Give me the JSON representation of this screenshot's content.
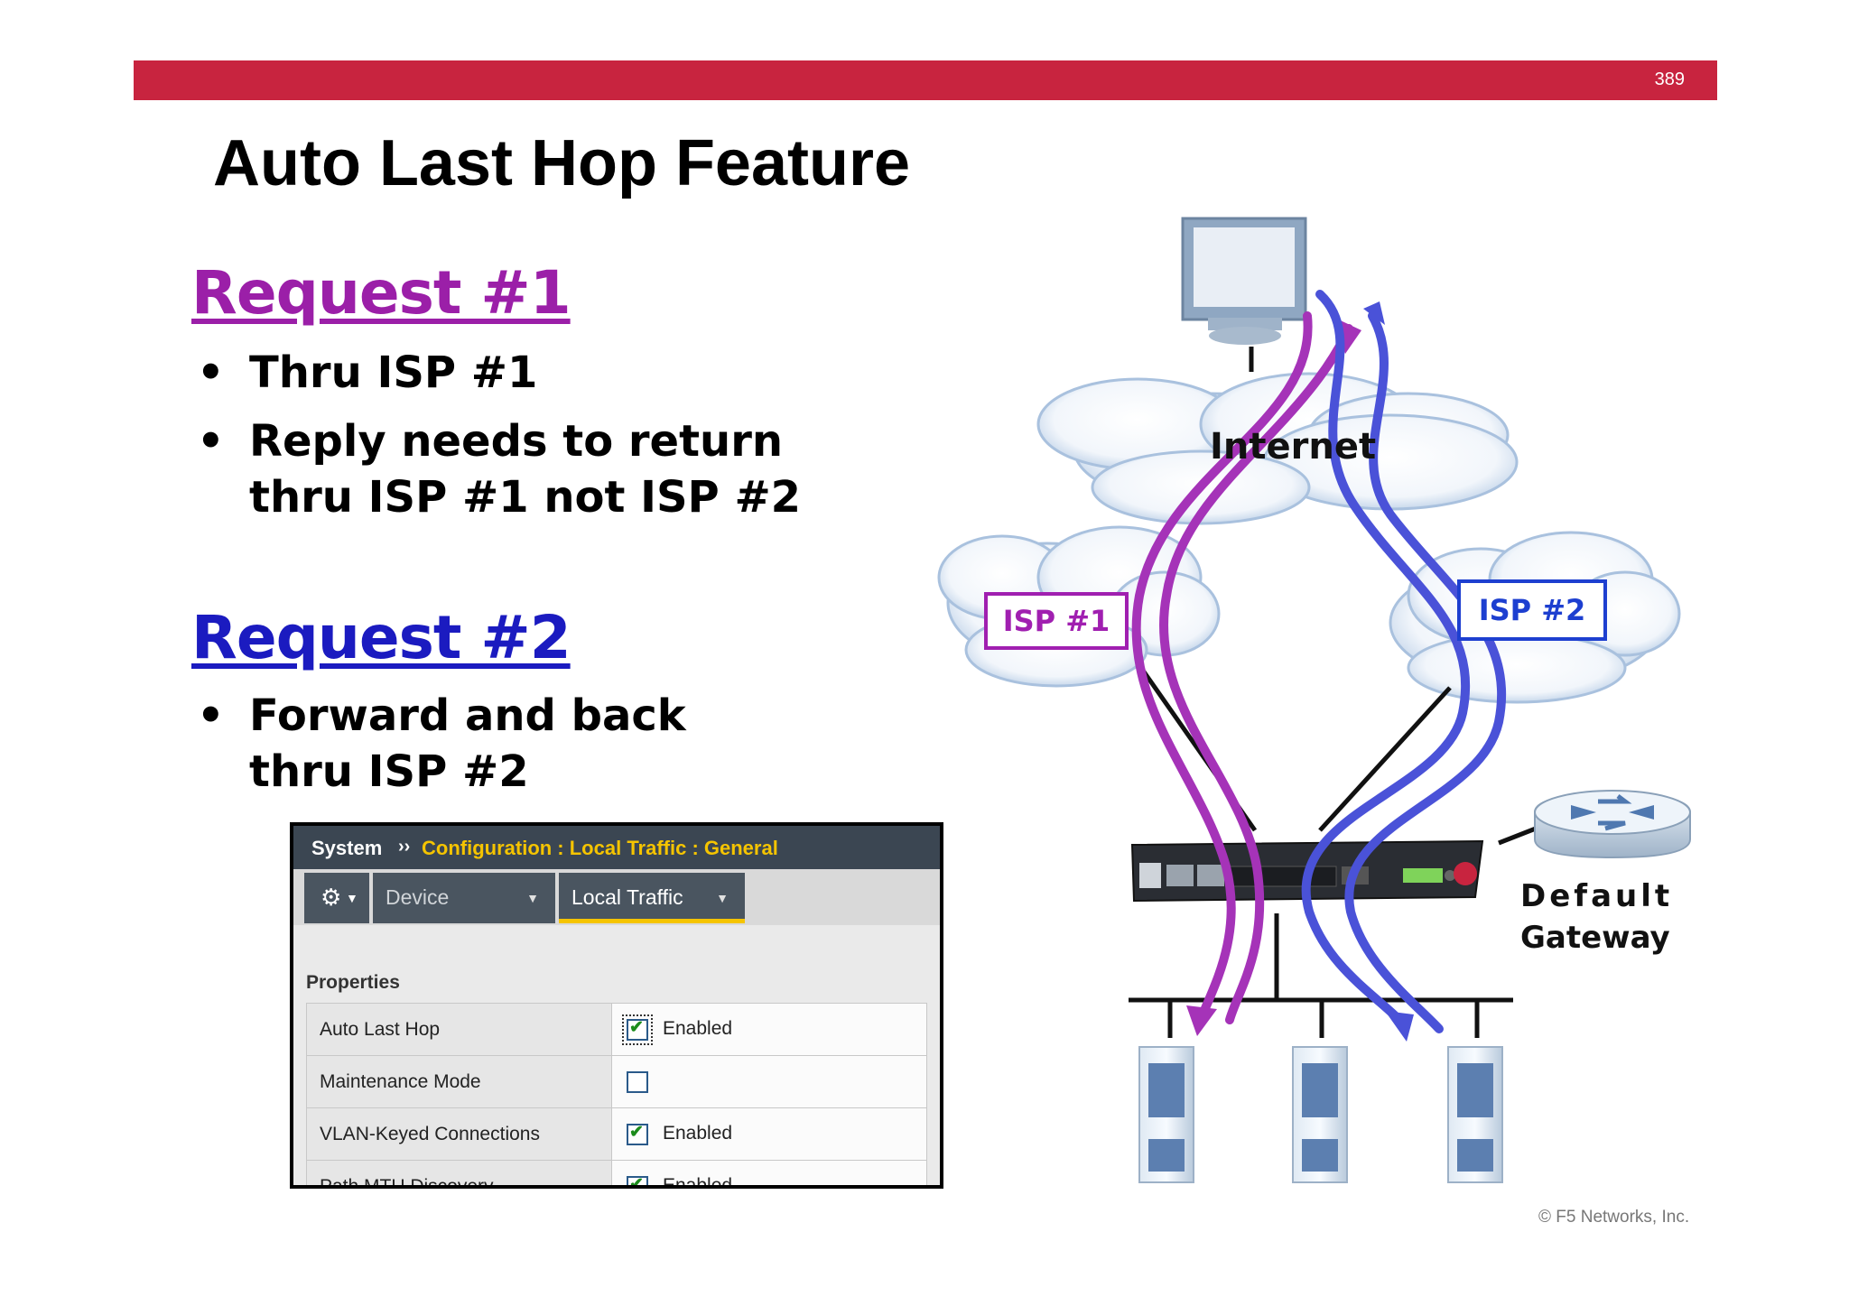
{
  "slide": {
    "page_number": "389",
    "title": "Auto Last Hop Feature",
    "copyright": "© F5 Networks, Inc.",
    "colors": {
      "bar": "#c8243f",
      "request1": "#9b1fa8",
      "request2": "#1b1bc0"
    }
  },
  "request1": {
    "heading": "Request #1",
    "bullets": [
      {
        "line1": "Thru ISP #1",
        "line2": ""
      },
      {
        "line1": "Reply needs to return",
        "line2": "thru ISP #1 not ISP #2"
      }
    ]
  },
  "request2": {
    "heading": "Request #2",
    "bullets": [
      {
        "line1": "Forward and back",
        "line2": "thru ISP #2"
      }
    ]
  },
  "ui_panel": {
    "breadcrumb_root": "System",
    "breadcrumb_sep": "››",
    "breadcrumb_path": "Configuration : Local Traffic : General",
    "tabs": [
      {
        "label": "Device",
        "active": false
      },
      {
        "label": "Local Traffic",
        "active": true
      }
    ],
    "gear_icon": "gear-icon",
    "section_label": "Properties",
    "rows": [
      {
        "label": "Auto Last Hop",
        "checked": true,
        "value": "Enabled"
      },
      {
        "label": "Maintenance Mode",
        "checked": false,
        "value": ""
      },
      {
        "label": "VLAN-Keyed Connections",
        "checked": true,
        "value": "Enabled"
      },
      {
        "label": "Path MTU Discovery",
        "checked": true,
        "value": "Enabled"
      }
    ]
  },
  "diagram": {
    "internet_label": "Internet",
    "isp1_label": "ISP #1",
    "isp2_label": "ISP #2",
    "gateway_label_line1": "Default",
    "gateway_label_line2": "Gateway",
    "path1_color": "#a533b8",
    "path2_color": "#4a52d8"
  }
}
